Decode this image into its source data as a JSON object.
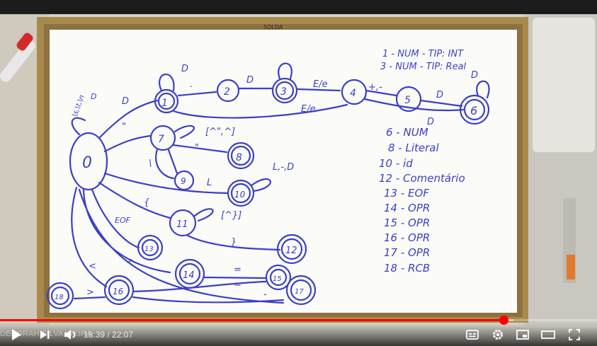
{
  "player": {
    "time_current": "18:39",
    "time_separator": " / ",
    "time_total": "22:07",
    "progress_fraction": 0.843,
    "buffer_fraction": 0.86,
    "watermark": "DEBORAH SILVA VIEIRA"
  },
  "board": {
    "header_label": "SOLDA",
    "legend_top": [
      "1 - NUM - TIP: INT",
      "3 - NUM - TIP: Real"
    ],
    "legend_list": [
      "6 - NUM",
      "8 - Literal",
      "10 - id",
      "12 - Comentário",
      "13 - EOF",
      "14 - OPR",
      "15 - OPR",
      "16 - OPR",
      "17 - OPR",
      "18 - RCB"
    ],
    "states": [
      "0",
      "1",
      "2",
      "3",
      "4",
      "5",
      "6",
      "7",
      "8",
      "9",
      "10",
      "11",
      "12",
      "13",
      "14",
      "15",
      "16",
      "17",
      "18"
    ],
    "edge_labels": [
      "D",
      "\"",
      "{",
      "EOF",
      "<",
      ">",
      "D",
      ".",
      "D",
      "E/e",
      "E/e",
      "+,-",
      "D",
      "D",
      "[^\",^]",
      "\"",
      "\\",
      "L",
      "L,-,D",
      "[^}]",
      "}",
      "=",
      "=",
      "-",
      ">",
      "D",
      "D",
      "\\s,\\t,\\n"
    ]
  },
  "colors": {
    "ink": "#3b3fc8",
    "board": "#fbfcf8",
    "frame": "#a88a4c",
    "progress": "#ff0000"
  }
}
